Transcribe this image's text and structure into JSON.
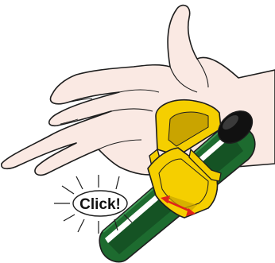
{
  "callout": {
    "text": "Click!"
  },
  "colors": {
    "hand_fill": "#fae9e3",
    "outline": "#1e1e1e",
    "tube_green": "#1d6b2f",
    "tube_dark": "#0f3f1b",
    "stripe": "#ffffff",
    "clip_yellow": "#f5cf00",
    "clip_shade": "#c9a400",
    "arrow_red": "#e2231a",
    "cap": "#111111"
  },
  "icons": {
    "hand": "open-hand-icon",
    "tube": "green-tube",
    "clip": "yellow-clip",
    "arrows": "double-arrow-icon",
    "burst": "sound-burst-icon"
  }
}
